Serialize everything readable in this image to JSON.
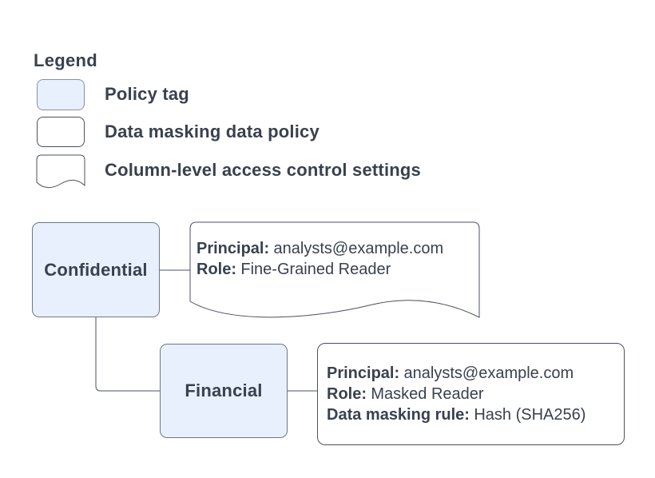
{
  "colors": {
    "background": "#FFFFFF",
    "policy_tag_fill": "#E8F0FE",
    "policy_tag_border": "#6F7787",
    "shape_border": "#4A5160",
    "text": "#39414F"
  },
  "legend": {
    "title": "Legend",
    "items": [
      {
        "swatch": "policy-tag-swatch",
        "label": "Policy tag"
      },
      {
        "swatch": "data-masking-policy-swatch",
        "label": "Data masking data policy"
      },
      {
        "swatch": "column-access-document-swatch",
        "label": "Column-level access control settings"
      }
    ]
  },
  "diagram": {
    "nodes": [
      {
        "id": "confidential",
        "type": "policy_tag",
        "label": "Confidential"
      },
      {
        "id": "financial",
        "type": "policy_tag",
        "label": "Financial"
      }
    ],
    "access_settings": {
      "shape": "document",
      "lines": [
        {
          "label": "Principal:",
          "value": "analysts@example.com"
        },
        {
          "label": "Role:",
          "value": "Fine-Grained Reader"
        }
      ]
    },
    "masking_policy": {
      "shape": "rounded-rectangle",
      "lines": [
        {
          "label": "Principal:",
          "value": "analysts@example.com"
        },
        {
          "label": "Role:",
          "value": "Masked Reader"
        },
        {
          "label": "Data masking rule:",
          "value": "Hash (SHA256)"
        }
      ]
    }
  }
}
